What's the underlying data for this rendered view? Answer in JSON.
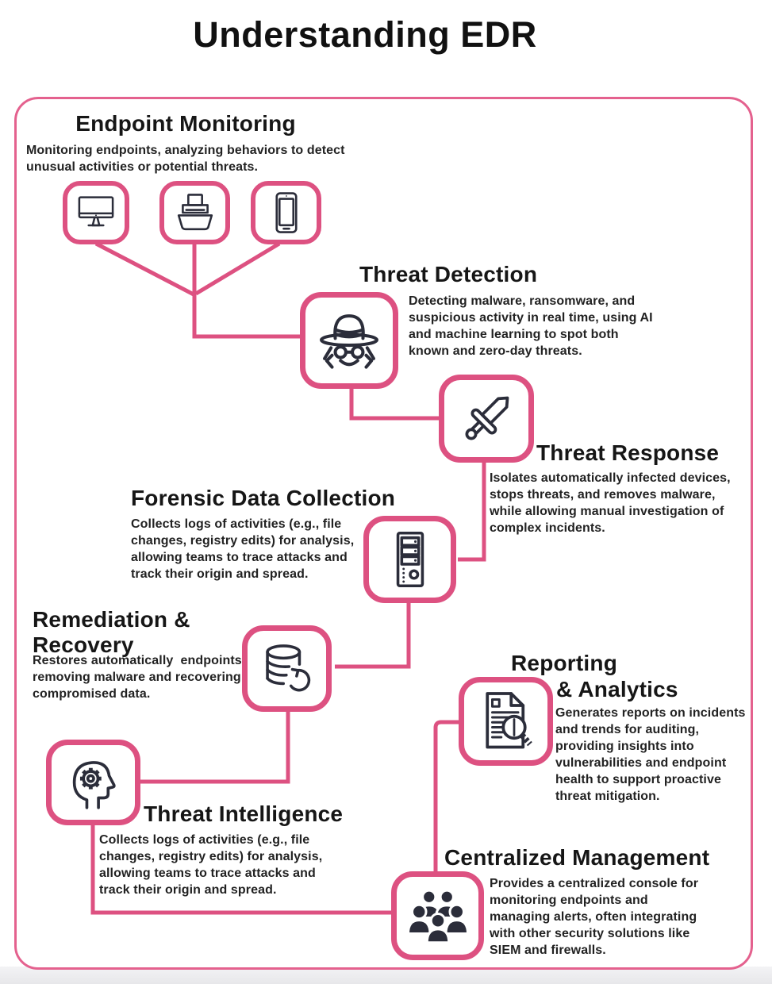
{
  "page": {
    "title": "Understanding EDR"
  },
  "colors": {
    "accent_pink": "#dd5181",
    "frame_pink": "#e4618e",
    "icon_ink": "#2b2d3a",
    "text": "#1c1c1c"
  },
  "sections": {
    "endpoint_monitoring": {
      "title": "Endpoint Monitoring",
      "description": "Monitoring endpoints, analyzing behaviors to detect\nunusual activities or potential threats.",
      "icons": [
        "desktop-monitor-icon",
        "printer-icon",
        "smartphone-icon"
      ]
    },
    "threat_detection": {
      "title": "Threat Detection",
      "description": "Detecting malware, ransomware, and\nsuspicious activity in real time, using AI\nand machine learning to spot both\nknown and zero-day threats.",
      "icon": "spy-icon"
    },
    "threat_response": {
      "title": "Threat Response",
      "description": "Isolates automatically infected devices,\nstops threats, and removes malware,\nwhile allowing manual investigation of\ncomplex incidents.",
      "icon": "sword-icon"
    },
    "forensic_data_collection": {
      "title": "Forensic Data Collection",
      "description": "Collects logs of activities (e.g., file\nchanges, registry edits) for analysis,\nallowing teams to trace attacks and\ntrack their origin and spread.",
      "icon": "server-icon"
    },
    "remediation_recovery": {
      "title": "Remediation &\nRecovery",
      "description": "Restores automatically  endpoints,\nremoving malware and recovering\ncompromised data.",
      "icon": "database-restore-icon"
    },
    "reporting_analytics": {
      "title_line1": "Reporting",
      "title_line2": "& Analytics",
      "description": "Generates reports on incidents\nand trends for auditing,\nproviding insights into\nvulnerabilities and endpoint\nhealth to support proactive\nthreat mitigation.",
      "icon": "report-magnifier-icon"
    },
    "threat_intelligence": {
      "title": "Threat Intelligence",
      "description": "Collects logs of activities (e.g., file\nchanges, registry edits) for analysis,\nallowing teams to trace attacks and\ntrack their origin and spread.",
      "icon": "head-gear-icon"
    },
    "centralized_management": {
      "title": "Centralized Management",
      "description": "Provides a centralized console for\nmonitoring endpoints and\nmanaging alerts, often integrating\nwith other security solutions like\nSIEM and firewalls.",
      "icon": "people-group-icon"
    }
  }
}
